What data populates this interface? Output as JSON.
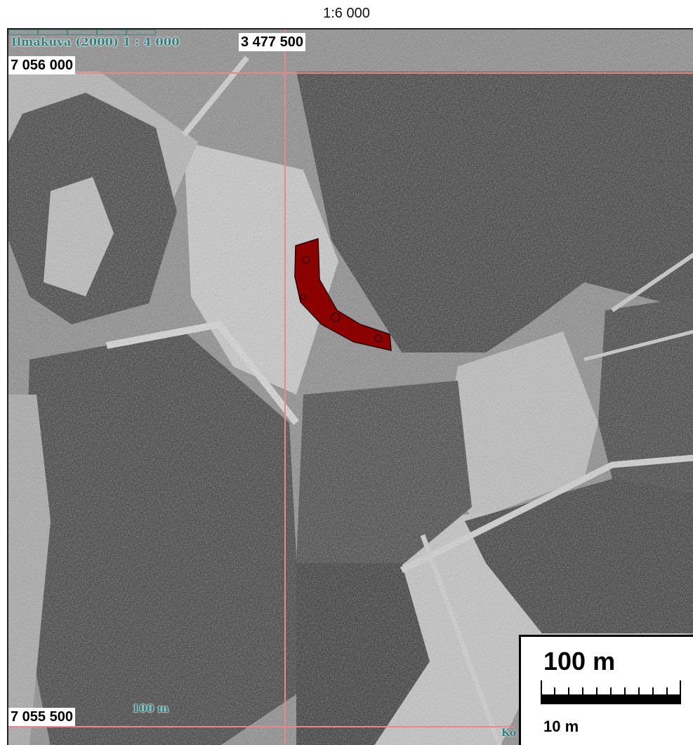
{
  "map": {
    "scale_title": "1:6 000",
    "source_label": "Ilmakuva (2000) 1 : 4 000",
    "easting_label": "3 477 500",
    "northing_top_label": "7 056 000",
    "northing_bottom_label": "7 055 500",
    "small_scale_label": "100 m",
    "credit_label": "Ko",
    "scale_bar": {
      "major_label": "100 m",
      "minor_label": "10 m"
    },
    "colors": {
      "grid_line": "#e8888e",
      "area_fill": "#8b0000",
      "label_teal": "#2f7f7f"
    },
    "icons": [
      "marked-area-polygon",
      "coordinate-grid-lines",
      "scale-bar"
    ]
  }
}
